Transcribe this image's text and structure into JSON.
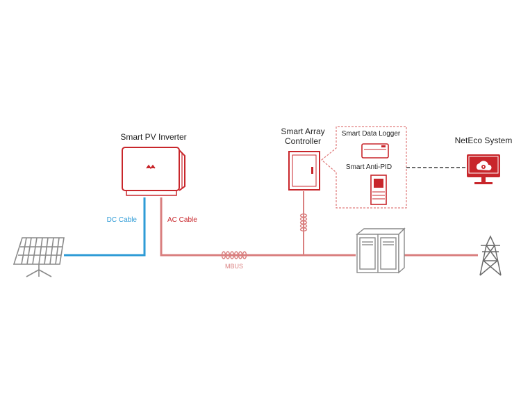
{
  "labels": {
    "inverter": "Smart PV Inverter",
    "controller_line1": "Smart Array",
    "controller_line2": "Controller",
    "data_logger": "Smart Data Logger",
    "anti_pid": "Smart Anti-PID",
    "neteco": "NetEco System",
    "dc_cable": "DC Cable",
    "ac_cable": "AC Cable",
    "mbus": "MBUS"
  },
  "colors": {
    "dc_cable": "#2e9bd6",
    "ac_cable": "#d97f7f",
    "device_red": "#c8262b",
    "dashed_box": "#e07a7a",
    "link_gray": "#6b6b6b",
    "text_dark": "#222222",
    "equipment_gray": "#8a8a8a"
  },
  "icons": {
    "solar_panel": "solar-panel-icon",
    "inverter": "inverter-icon",
    "controller": "array-controller-icon",
    "data_logger": "data-logger-icon",
    "anti_pid": "anti-pid-icon",
    "neteco": "neteco-monitor-icon",
    "transformer": "box-transformer-icon",
    "tower": "transmission-tower-icon"
  }
}
